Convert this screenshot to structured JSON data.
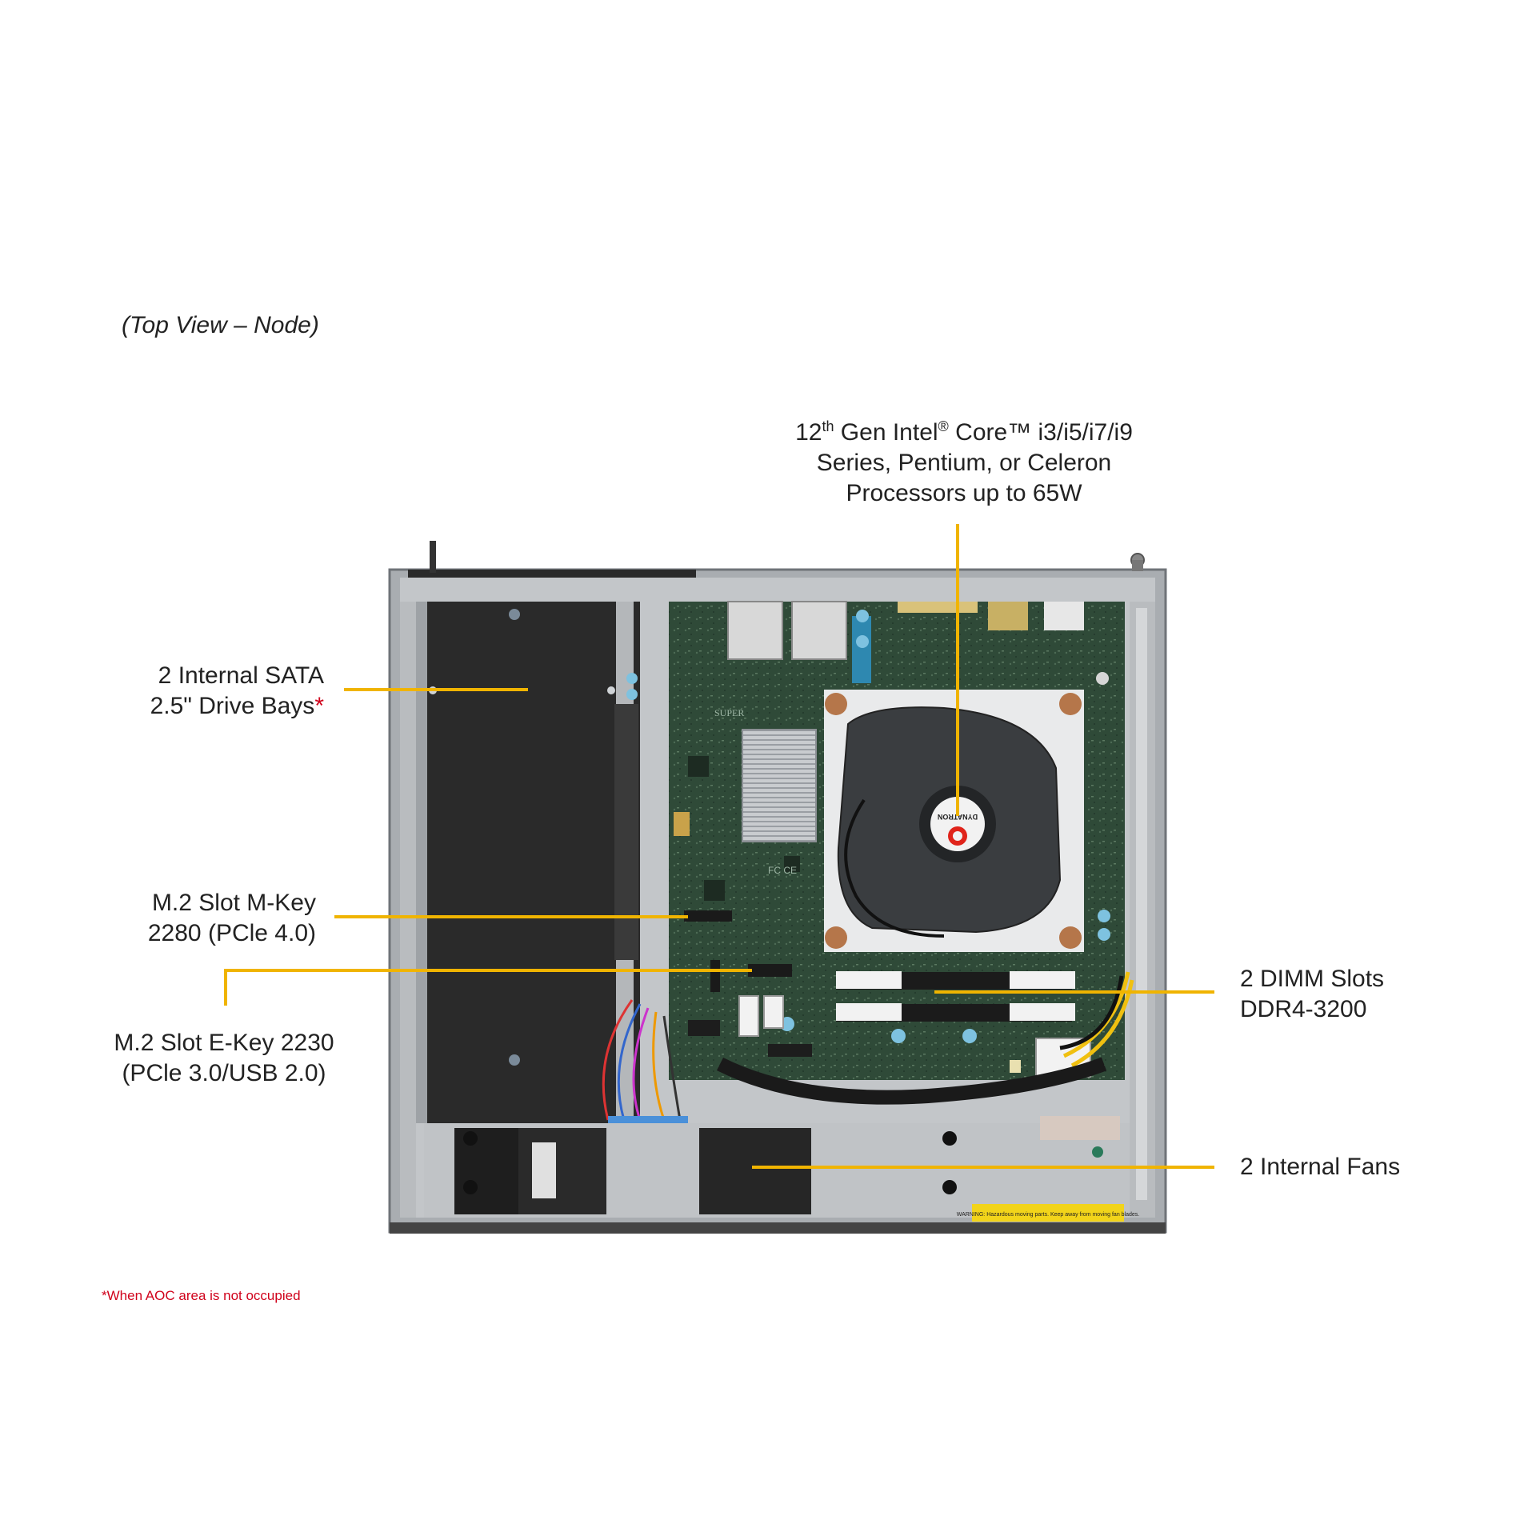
{
  "view_title": "(Top View – Node)",
  "callouts": {
    "cpu": {
      "line1_a": "12",
      "line1_sup": "th",
      "line1_b": " Gen Intel",
      "line1_reg": "®",
      "line1_c": "  Core™ i3/i5/i7/i9",
      "line2": "Series, Pentium,  or Celeron",
      "line3": "Processors up to 65W"
    },
    "sata": {
      "line1": "2 Internal  SATA",
      "line2": "2.5\" Drive Bays",
      "mark": "*"
    },
    "m2_mkey": {
      "line1": "M.2 Slot M-Key",
      "line2": "2280 (PCle 4.0)"
    },
    "m2_ekey": {
      "line1": "M.2 Slot E-Key 2230",
      "line2": "(PCle 3.0/USB 2.0)"
    },
    "dimm": {
      "line1": "2 DIMM  Slots",
      "line2": "DDR4-3200"
    },
    "fans": {
      "line1": "2  Internal  Fans"
    }
  },
  "footnote": "*When AOC area  is not occupied",
  "chassis_text": {
    "fan_brand": "DYNATRON",
    "board_brand": "SUPER",
    "cert": "FC CE",
    "warning": "WARNING: Hazardous moving parts. Keep away from moving fan blades."
  },
  "colors": {
    "leader_line": "#f0b400",
    "footnote": "#d0021b",
    "chassis": "#b9bcbf",
    "pcb": "#2f4a38",
    "drive_bay": "#2a2a2a"
  }
}
